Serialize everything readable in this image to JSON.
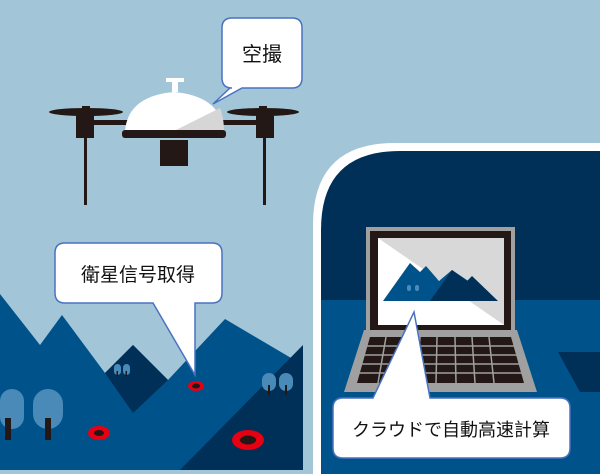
{
  "callouts": {
    "aerial": "空撮",
    "satellite": "衛星信号取得",
    "cloud": "クラウドで自動高速計算"
  },
  "colors": {
    "sky": "#a3c5d8",
    "mountain_mid": "#00538a",
    "mountain_dark": "#002f57",
    "tree": "#4a8ab8",
    "marker_red": "#e60012",
    "bubble_border": "#4a72c0"
  }
}
